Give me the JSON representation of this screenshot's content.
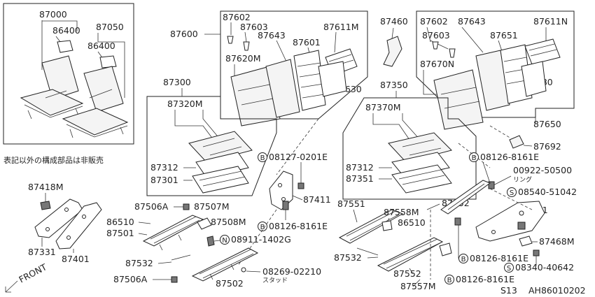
{
  "labels": {
    "p87000": "87000",
    "p86400a": "86400",
    "p87050": "87050",
    "p86400b": "86400",
    "note_jp": "表記以外の構成部品は非販売",
    "p87600": "87600",
    "p87602a": "87602",
    "p87603a": "87603",
    "p87643a": "87643",
    "p87611m": "87611M",
    "p87620m": "87620M",
    "p87601": "87601",
    "p87630": "87630",
    "p87460": "87460",
    "p87602b": "87602",
    "p87643b": "87643",
    "p87611n": "87611N",
    "p87603b": "87603",
    "p87651": "87651",
    "p87670n": "87670N",
    "p87680": "87680",
    "p87650": "87650",
    "p87692": "87692",
    "p87300": "87300",
    "p87320m": "87320M",
    "p87312a": "87312",
    "p87301": "87301",
    "p87350": "87350",
    "p87370m": "87370M",
    "p87312b": "87312",
    "p87351": "87351",
    "b08127": "08127-0201E",
    "p87411": "87411",
    "b08126a": "08126-8161E",
    "b08126b": "08126-8161E",
    "p00922": "00922-50500",
    "ring_jp": "リング",
    "s08540": "08540-51042",
    "p87418m": "87418M",
    "p87506a1": "87506A",
    "p87507m": "87507M",
    "p86510a": "86510",
    "p87508m": "87508M",
    "p87501": "87501",
    "n08911": "08911-1402G",
    "p87331": "87331",
    "p87401": "87401",
    "p87532a": "87532",
    "p08269": "08269-02210",
    "stud_jp": "スタッド",
    "p87506a2": "87506A",
    "p87502": "87502",
    "front": "FRONT",
    "p87551": "87551",
    "p87558m": "87558M",
    "p87452": "87452",
    "p86510b": "86510",
    "p87381": "87381",
    "p87532b": "87532",
    "p87552": "87552",
    "p87557m": "87557M",
    "b08126c": "08126-8161E",
    "b08126d": "08126-8161E",
    "p87468m": "87468M",
    "s08340": "08340-40642",
    "s13": "S13",
    "ref": "AH86010202"
  },
  "markers": {
    "b": "B",
    "s": "S",
    "n": "N"
  }
}
